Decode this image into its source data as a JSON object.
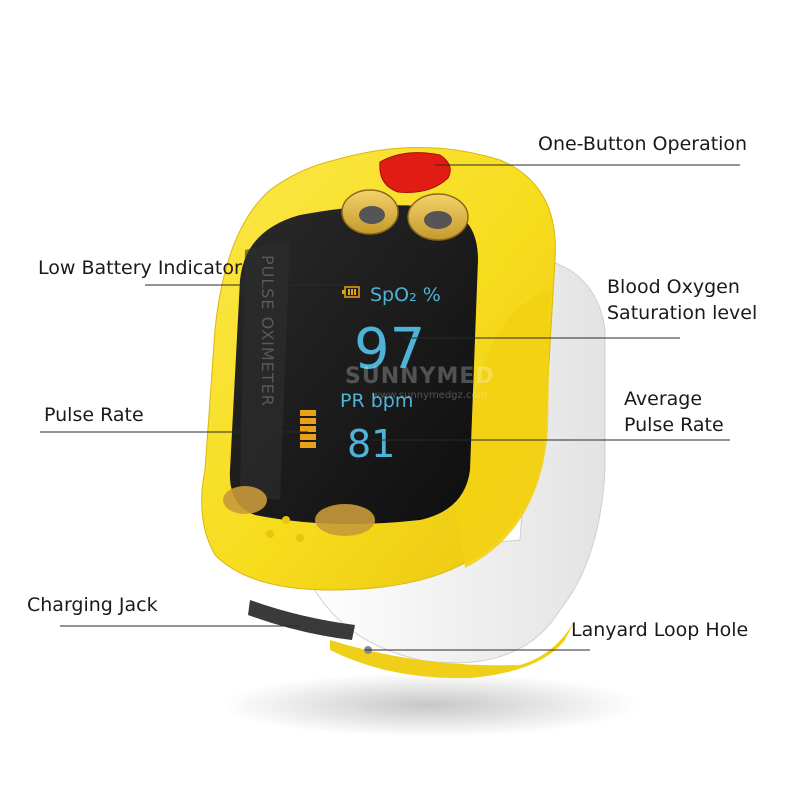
{
  "callouts": {
    "button": "One-Button Operation",
    "battery": "Low Battery Indicator",
    "spo2_line1": "Blood Oxygen",
    "spo2_line2": "Saturation level",
    "pulse_rate": "Pulse Rate",
    "avg_line1": "Average",
    "avg_line2": "Pulse Rate",
    "charging": "Charging Jack",
    "lanyard": "Lanyard Loop Hole"
  },
  "device": {
    "side_text": "PULSE OXIMETER",
    "watermark": "SUNNYMED",
    "watermark_url": "www.sunnymedgz.com",
    "display": {
      "spo2_label": "SpO₂ %",
      "spo2_value": "97",
      "pr_label": "PR bpm",
      "pr_value": "81"
    }
  },
  "colors": {
    "shell_yellow": "#f7dc1c",
    "shell_white": "#f4f4f4",
    "screen_black": "#151515",
    "display_cyan": "#4fb3d8",
    "bar_orange": "#e8a21a",
    "button_red": "#e01c14"
  }
}
